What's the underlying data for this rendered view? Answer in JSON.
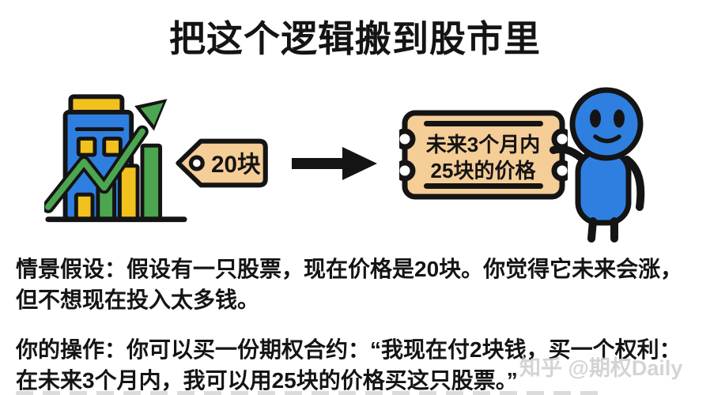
{
  "title": "把这个逻辑搬到股市里",
  "illustration": {
    "stock_icon": "building-with-rising-chart",
    "price_tag_label": "20块",
    "ticket_line1": "未来3个月内",
    "ticket_line2": "25块的价格",
    "person_icon": "blue-stick-figure-holding-ticket"
  },
  "paragraphs": {
    "scenario": {
      "lines": [
        "情景假设：假设有一只股票，现在价格是20块。你觉得它未来会涨，",
        "但不想现在投入太多钱。"
      ]
    },
    "action": {
      "lines": [
        "你的操作：你可以买一份期权合约：“我现在付2块钱，买一个权利：",
        "在未来3个月内，我可以用25块的价格买这只股票。”"
      ]
    }
  },
  "watermark": "知乎 @期权Daily",
  "colors": {
    "blue": "#2F7FE0",
    "yellow": "#F2C11D",
    "green": "#4BA64F",
    "tan": "#F5CD96",
    "outline": "#141414",
    "watermark_gray": "#CDCDCD"
  }
}
